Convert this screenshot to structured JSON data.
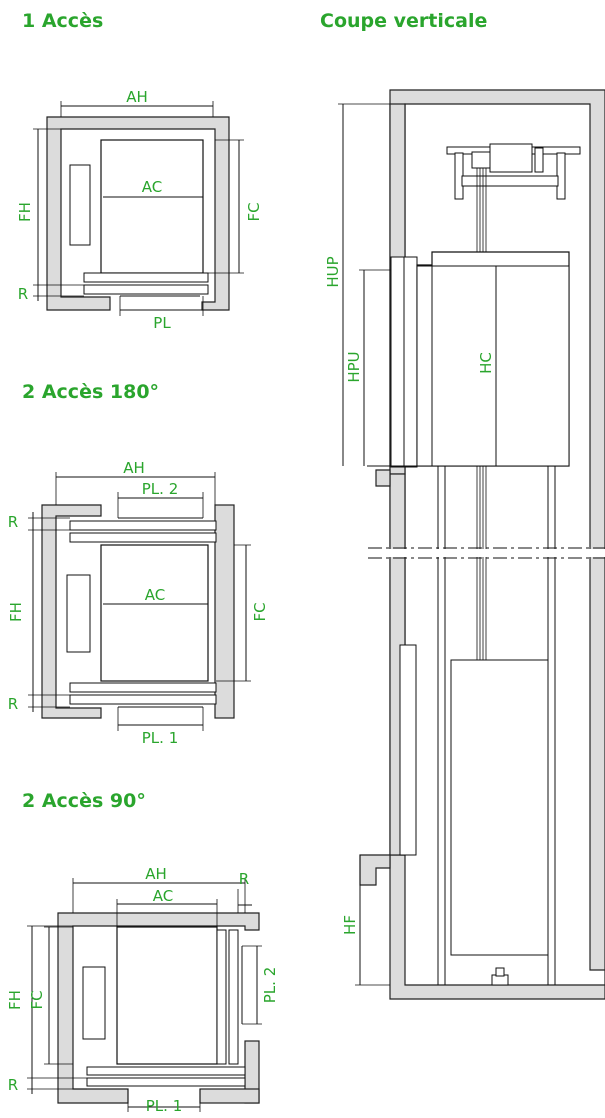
{
  "headings": {
    "one_access": "1 Accès",
    "two_access_180": "2 Accès 180°",
    "two_access_90": "2 Accès 90°",
    "vertical_section": "Coupe verticale"
  },
  "labels": {
    "plan1": {
      "ah": "AH",
      "ac": "AC",
      "fh": "FH",
      "fc": "FC",
      "r": "R",
      "pl": "PL"
    },
    "plan2": {
      "ah": "AH",
      "pl2": "PL. 2",
      "ac": "AC",
      "fh": "FH",
      "fc": "FC",
      "r_top": "R",
      "r_bottom": "R",
      "pl1": "PL. 1"
    },
    "plan3": {
      "ah": "AH",
      "ac": "AC",
      "r_top": "R",
      "fh": "FH",
      "fc": "FC",
      "pl2": "PL. 2",
      "r_bottom": "R",
      "pl1": "PL. 1"
    },
    "section": {
      "hup": "HUP",
      "hpu": "HPU",
      "hc": "HC",
      "hf": "HF"
    }
  },
  "colors": {
    "accent": "#2aa52d",
    "wall_fill": "#dcdcdc",
    "line": "#111111"
  }
}
